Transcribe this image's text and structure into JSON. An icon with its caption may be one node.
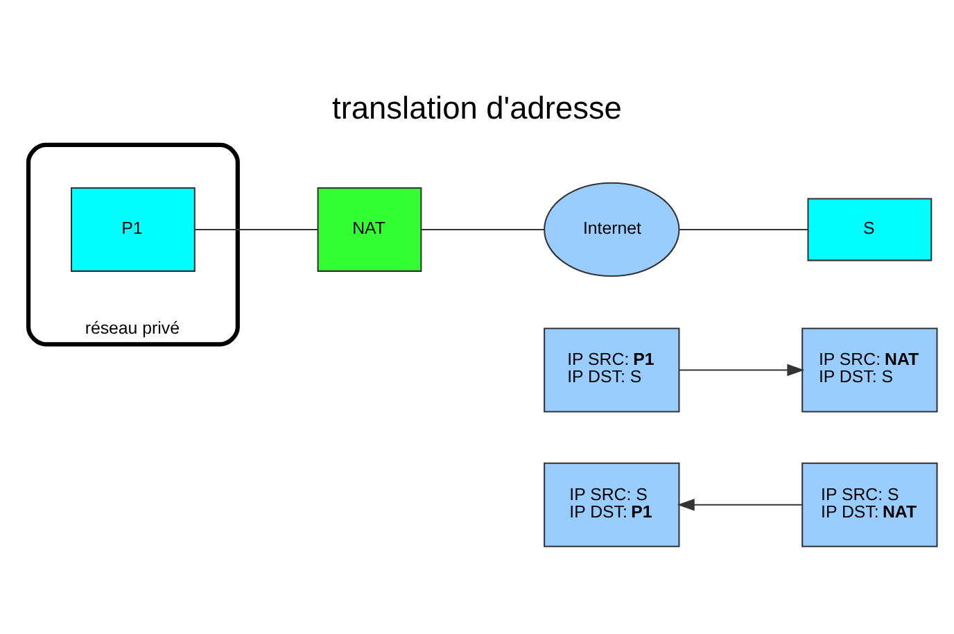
{
  "diagram": {
    "title": "translation d'adresse",
    "nodes": [
      {
        "text": [
          "réseau privé"
        ]
      },
      {
        "text": [
          "P1"
        ],
        "in": 0
      },
      {
        "text": [
          "NAT"
        ]
      },
      {
        "text": [
          "Internet"
        ]
      },
      {
        "text": [
          "S"
        ]
      },
      {
        "text": [
          "IP SRC: **P1**",
          "IP DST: S"
        ]
      },
      {
        "text": [
          "IP SRC: **NAT**",
          "IP DST: S"
        ]
      },
      {
        "text": [
          "IP SRC: S",
          "IP DST: **P1**"
        ]
      },
      {
        "text": [
          "IP SRC: S",
          "IP DST: **NAT**"
        ]
      }
    ],
    "edges": [
      {
        "from": 1,
        "to": 2,
        "arrow": "none"
      },
      {
        "from": 2,
        "to": 3,
        "arrow": "none"
      },
      {
        "from": 3,
        "to": 4,
        "arrow": "none"
      },
      {
        "from": 5,
        "to": 6,
        "arrow": "to"
      },
      {
        "from": 8,
        "to": 7,
        "arrow": "to"
      }
    ]
  }
}
